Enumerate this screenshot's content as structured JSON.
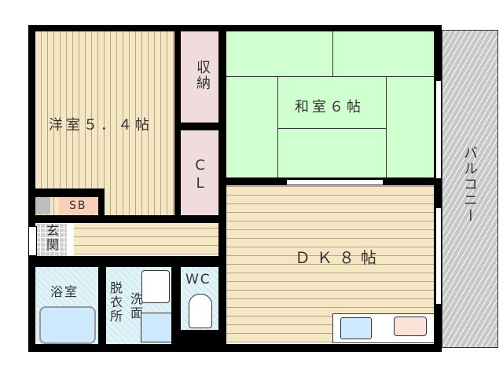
{
  "floorplan": {
    "rooms": {
      "western_room": "洋室５．４帖",
      "storage": "収納",
      "closet": "CL",
      "japanese_room": "和室６帖",
      "dining_kitchen": "ＤＫ８帖",
      "balcony": "バルコニー",
      "shoe_box": "SB",
      "entrance": "玄関",
      "bathroom": "浴室",
      "dressing_room": "脱衣所",
      "washbasin": "洗面",
      "toilet": "WC"
    },
    "colors": {
      "wall": "#000000",
      "flooring": "#f5e6c4",
      "tatami": "#d0ffd0",
      "closet": "#f0dcdc",
      "bath": "#e0f4f8",
      "shoe_box": "#f8d0b8",
      "balcony": "#c8c8c8"
    }
  }
}
